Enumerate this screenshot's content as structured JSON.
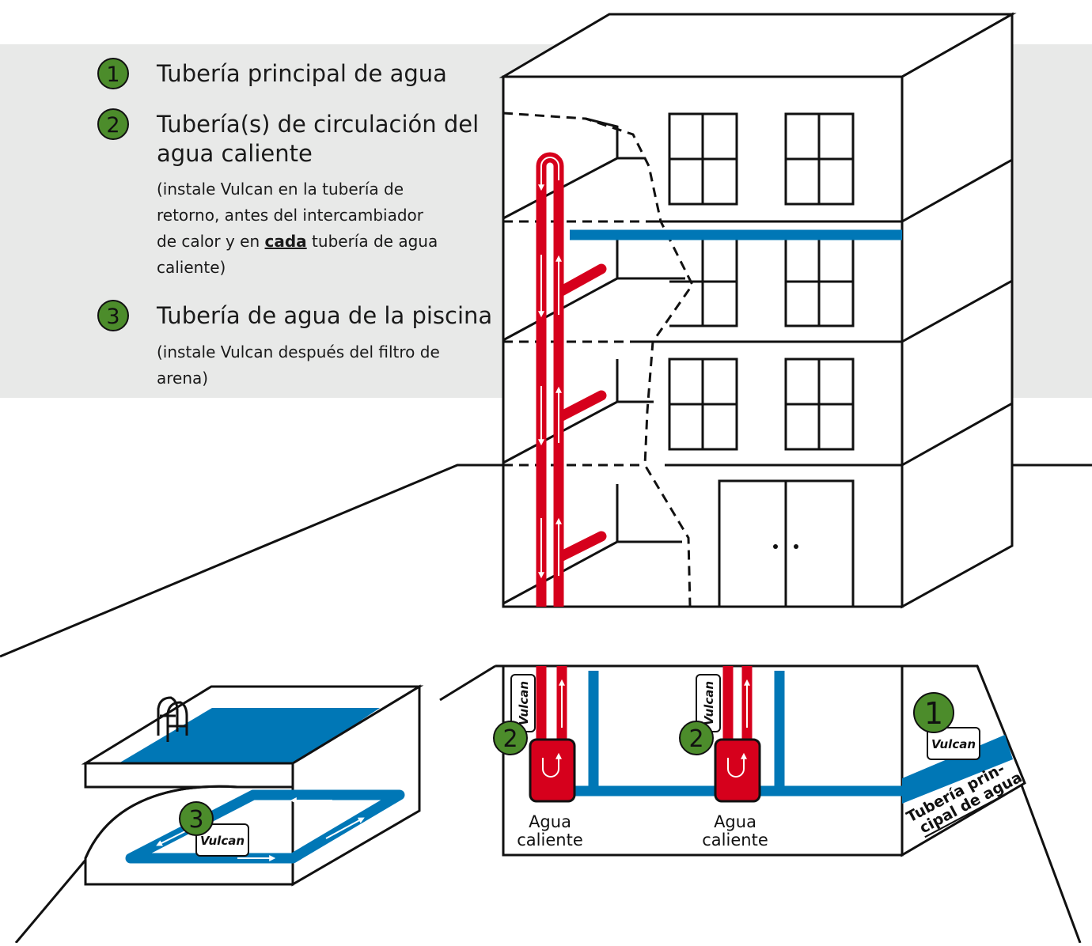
{
  "legend": {
    "item1": {
      "number": "1",
      "title": "Tubería principal de agua"
    },
    "item2": {
      "number": "2",
      "title_line1": "Tubería(s) de circulación del",
      "title_line2": "agua caliente",
      "note_line1": "(instale Vulcan en la tubería de",
      "note_line2": "retorno, antes del intercambiador",
      "note_line3_pre": "de calor y en ",
      "note_line3_em": "cada",
      "note_line3_post": " tubería de agua",
      "note_line4": "caliente)"
    },
    "item3": {
      "number": "3",
      "title": "Tubería de agua de la piscina",
      "note_line1": "(instale Vulcan después del filtro de",
      "note_line2": "arena)"
    }
  },
  "diagram": {
    "device_label": "Vulcan",
    "marker_1": "1",
    "marker_2": "2",
    "marker_3": "3",
    "heater_label_line1": "Agua",
    "heater_label_line2": "caliente",
    "main_pipe_label_line1": "Tubería prin-",
    "main_pipe_label_line2": "cipal de agua"
  },
  "colors": {
    "legend_bg": "#e8e9e8",
    "marker_green": "#4c8c2b",
    "hot_pipe": "#d6001c",
    "cold_pipe": "#0077b6",
    "pool_water": "#0077b6",
    "outline": "#111111"
  }
}
